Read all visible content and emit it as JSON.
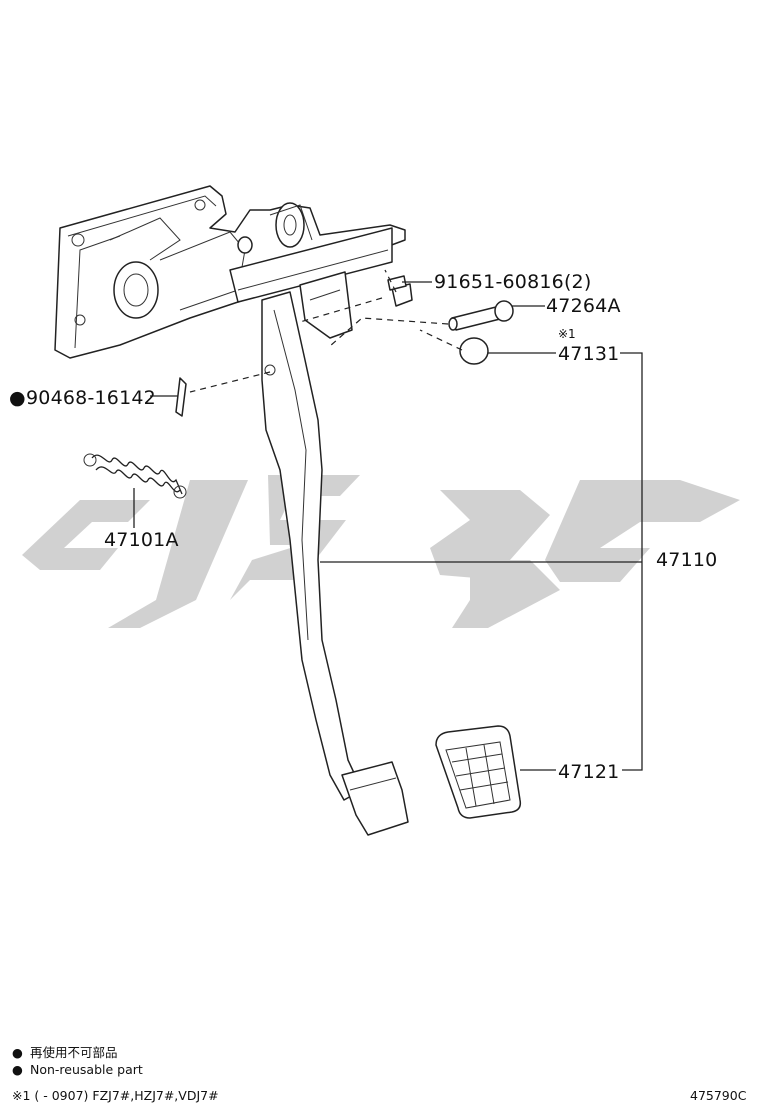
{
  "diagram": {
    "watermark": "CJSGC",
    "callouts": {
      "p91651": "91651-60816(2)",
      "p47264a": "47264A",
      "p47131_note": "※1",
      "p47131": "47131",
      "p90468_bullet": "●",
      "p90468": "90468-16142",
      "p47101a": "47101A",
      "p47110": "47110",
      "p47121": "47121"
    },
    "legend": {
      "bullet": "●",
      "line1": "再使用不可部品",
      "line2": "Non-reusable part",
      "note": "※1 (        - 0907) FZJ7#,HZJ7#,VDJ7#"
    },
    "figure_id": "475790C"
  }
}
